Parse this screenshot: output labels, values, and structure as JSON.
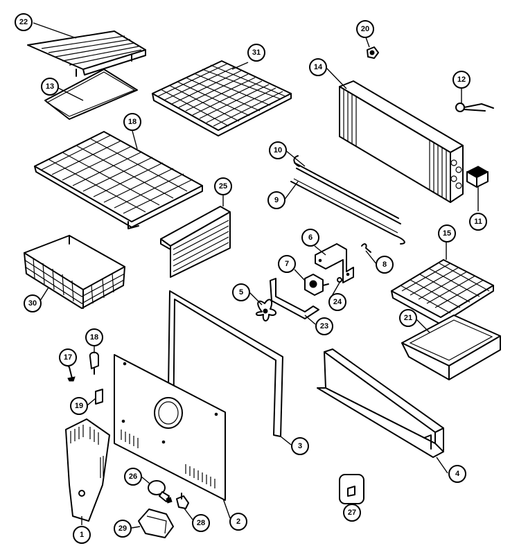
{
  "callouts": [
    {
      "id": "c22",
      "label": "22"
    },
    {
      "id": "c13",
      "label": "13"
    },
    {
      "id": "c31",
      "label": "31"
    },
    {
      "id": "c20",
      "label": "20"
    },
    {
      "id": "c14",
      "label": "14"
    },
    {
      "id": "c12",
      "label": "12"
    },
    {
      "id": "c18a",
      "label": "18"
    },
    {
      "id": "c10",
      "label": "10"
    },
    {
      "id": "c9",
      "label": "9"
    },
    {
      "id": "c25",
      "label": "25"
    },
    {
      "id": "c11",
      "label": "11"
    },
    {
      "id": "c6",
      "label": "6"
    },
    {
      "id": "c15",
      "label": "15"
    },
    {
      "id": "c8",
      "label": "8"
    },
    {
      "id": "c7",
      "label": "7"
    },
    {
      "id": "c30",
      "label": "30"
    },
    {
      "id": "c5",
      "label": "5"
    },
    {
      "id": "c24",
      "label": "24"
    },
    {
      "id": "c21",
      "label": "21"
    },
    {
      "id": "c23",
      "label": "23"
    },
    {
      "id": "c18b",
      "label": "18"
    },
    {
      "id": "c17",
      "label": "17"
    },
    {
      "id": "c19",
      "label": "19"
    },
    {
      "id": "c3",
      "label": "3"
    },
    {
      "id": "c4",
      "label": "4"
    },
    {
      "id": "c26",
      "label": "26"
    },
    {
      "id": "c28",
      "label": "28"
    },
    {
      "id": "c27",
      "label": "27"
    },
    {
      "id": "c2",
      "label": "2"
    },
    {
      "id": "c29",
      "label": "29"
    },
    {
      "id": "c1",
      "label": "1"
    }
  ]
}
